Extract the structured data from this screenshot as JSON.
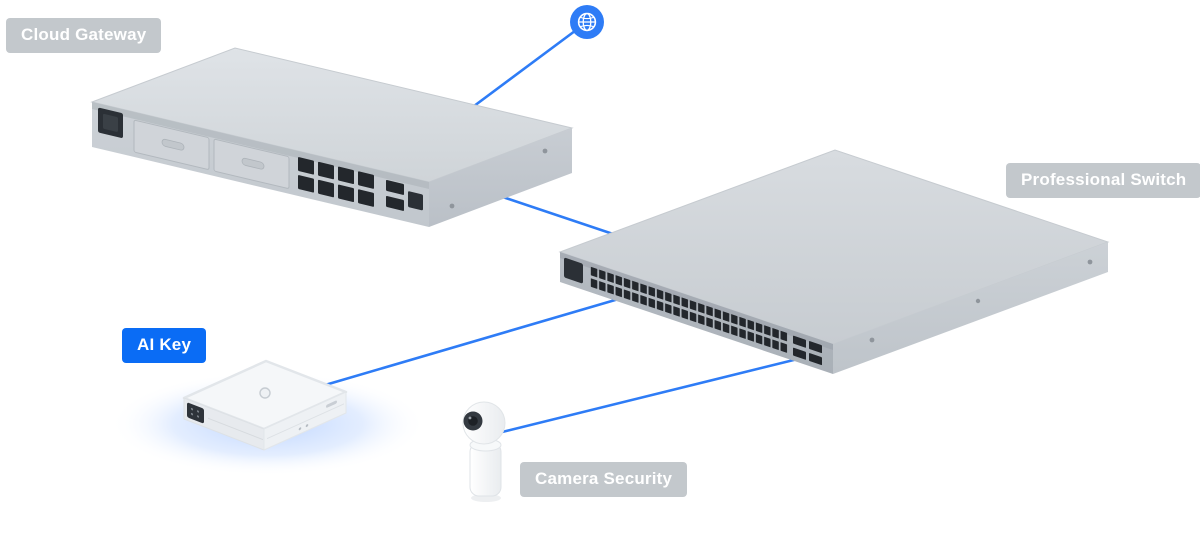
{
  "scene": {
    "description": "UniFi network topology marketing diagram",
    "background": "#ffffff"
  },
  "colors": {
    "connection_blue": "#2e7cf6",
    "label_background_gray": "#c3c8cc",
    "label_background_blue": "#0a6cf5",
    "label_text": "#ffffff",
    "device_top_gray": "#d8dce0",
    "device_side_gray": "#c2c7cd",
    "port_dark": "#23272c",
    "ai_key_glow": "#8ab4ff"
  },
  "labels": {
    "cloud_gateway": "Cloud Gateway",
    "professional_switch": "Professional Switch",
    "ai_key": "AI Key",
    "camera_security": "Camera Security"
  },
  "icons": [
    {
      "name": "globe-icon",
      "meaning": "internet uplink"
    }
  ],
  "devices": [
    {
      "id": "internet",
      "icon": "globe-icon"
    },
    {
      "id": "cloud-gateway",
      "label": "Cloud Gateway",
      "highlighted": false
    },
    {
      "id": "professional-switch",
      "label": "Professional Switch",
      "highlighted": false
    },
    {
      "id": "ai-key",
      "label": "AI Key",
      "highlighted": true
    },
    {
      "id": "camera-security",
      "label": "Camera Security",
      "highlighted": false
    }
  ],
  "connections": [
    {
      "from": "internet",
      "to": "cloud-gateway"
    },
    {
      "from": "cloud-gateway",
      "to": "professional-switch"
    },
    {
      "from": "ai-key",
      "to": "professional-switch"
    },
    {
      "from": "camera-security",
      "to": "professional-switch"
    }
  ]
}
